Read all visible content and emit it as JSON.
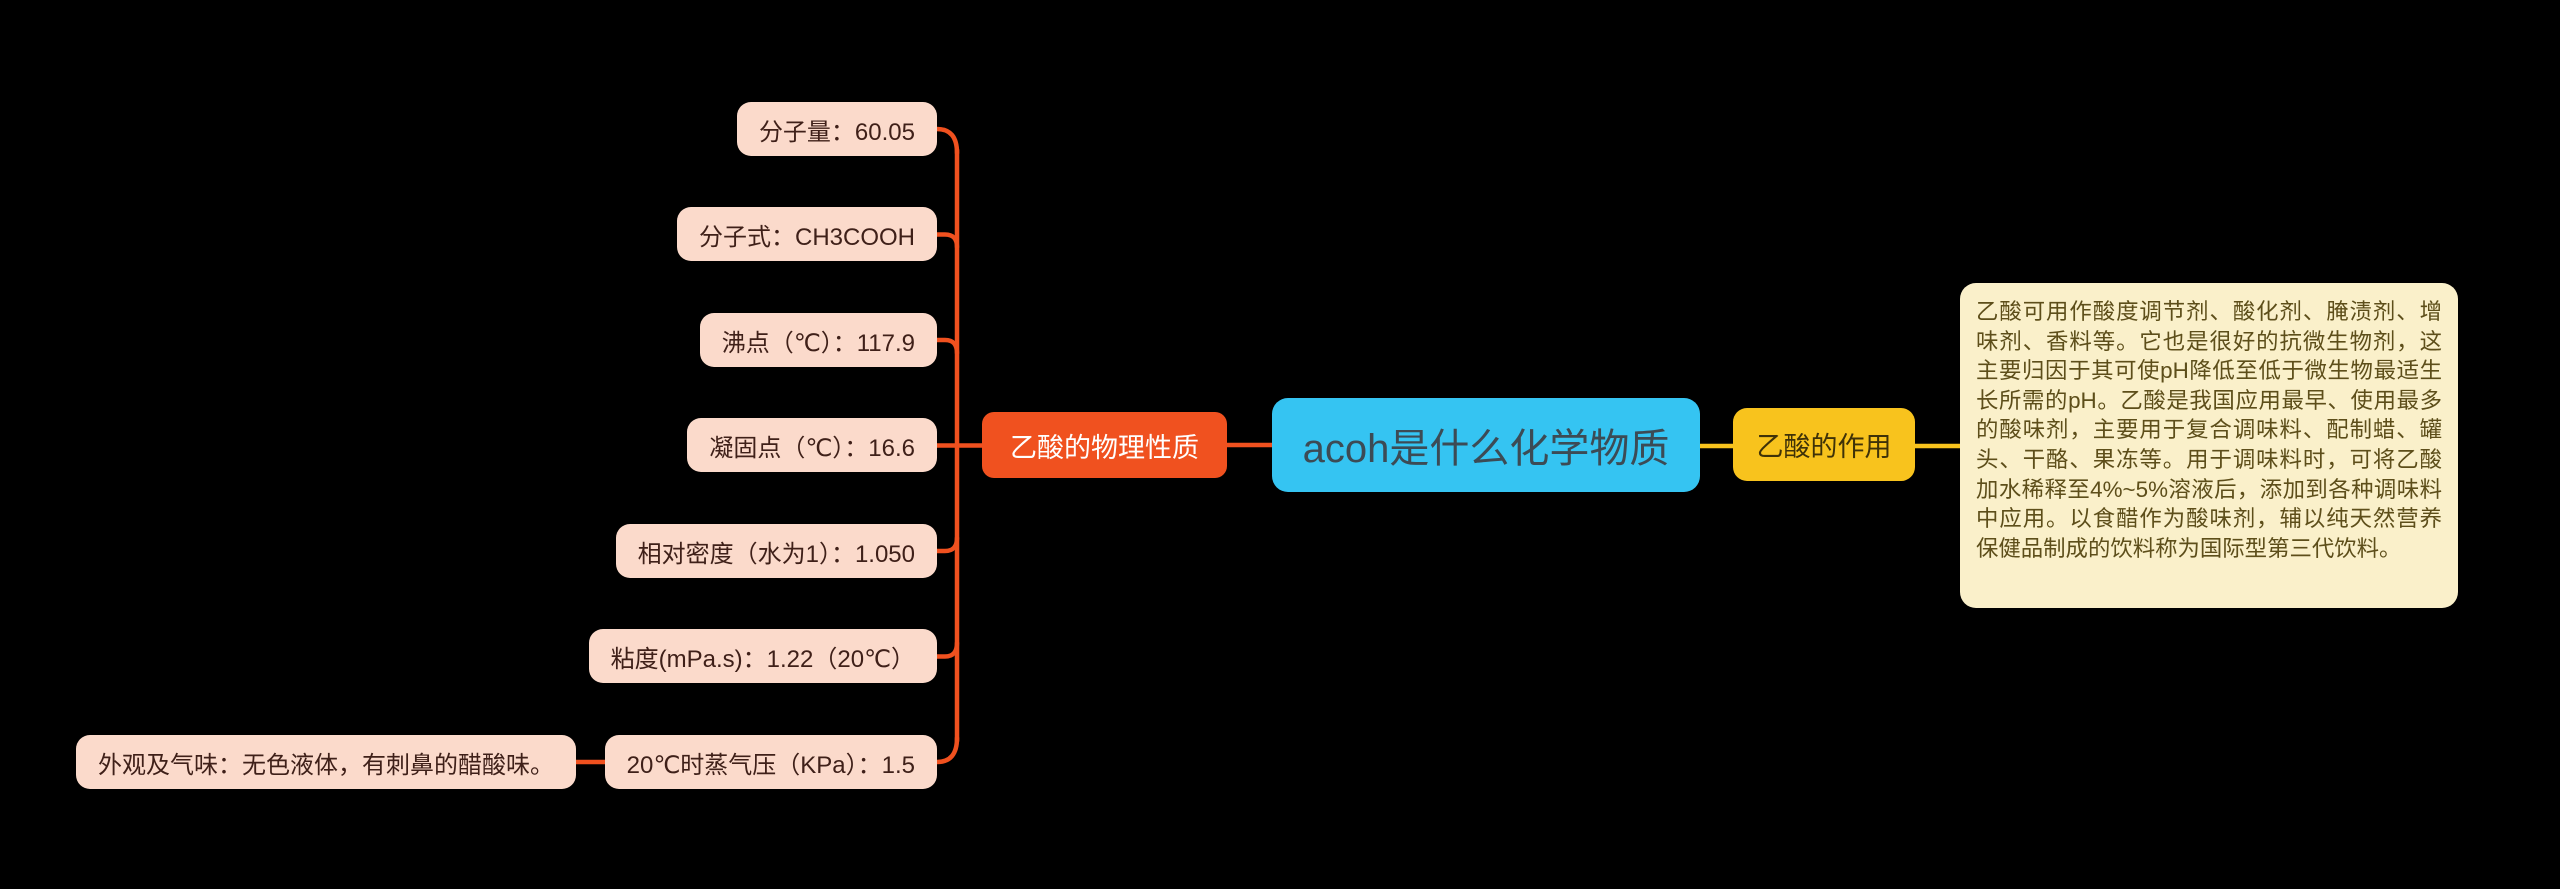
{
  "app": {
    "type": "mind-map",
    "background": "#000000"
  },
  "root_node": {
    "label": "acoh是什么化学物质",
    "bg_color": "#35C4F2",
    "text_color": "#3C4B55"
  },
  "physical_branch": {
    "label": "乙酸的物理性质",
    "bg_color": "#F0511F",
    "text_color": "#FFFFFF",
    "connector_color": "#F0511F",
    "child_bg_color": "#FBDACB",
    "child_text_color": "#3F2019",
    "children": [
      {
        "label": "分子量：60.05"
      },
      {
        "label": "分子式：CH3COOH"
      },
      {
        "label": "沸点（℃）：117.9"
      },
      {
        "label": "凝固点（℃）：16.6"
      },
      {
        "label": "相对密度（水为1）：1.050"
      },
      {
        "label": "粘度(mPa.s)：1.22（20℃）"
      },
      {
        "label": "20℃时蒸气压（KPa）：1.5"
      }
    ],
    "grandchild": {
      "label": "外观及气味：无色液体，有刺鼻的醋酸味。"
    }
  },
  "usage_branch": {
    "label": "乙酸的作用",
    "bg_color": "#F8C31D",
    "text_color": "#3F3208",
    "connector_color": "#F8C31D",
    "note": {
      "text": "乙酸可用作酸度调节剂、酸化剂、腌渍剂、增味剂、香料等。它也是很好的抗微生物剂，这主要归因于其可使pH降低至低于微生物最适生长所需的pH。乙酸是我国应用最早、使用最多的酸味剂，主要用于复合调味料、配制蜡、罐头、干酪、果冻等。用于调味料时，可将乙酸加水稀释至4%~5%溶液后，添加到各种调味料中应用。以食醋作为酸味剂，辅以纯天然营养保健品制成的饮料称为国际型第三代饮料。",
      "bg_color": "#FAF0CA",
      "text_color": "#5D4E1A"
    }
  }
}
